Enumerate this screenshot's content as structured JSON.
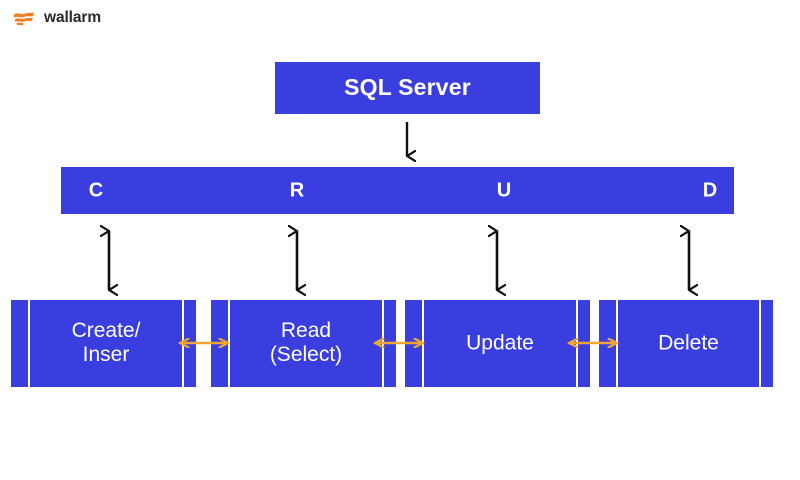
{
  "brand": {
    "name": "wallarm",
    "mark_icon": "wallarm-flag-logo",
    "mark_color": "#F47B20",
    "text_color": "#2A2A2E"
  },
  "theme": {
    "box_blue": "#3B3EDE",
    "background": "#FFFFFF",
    "black_arrow": "#111111",
    "orange_arrow": "#F0A732",
    "label_white": "#FFFFFF"
  },
  "diagram": {
    "title_node": {
      "label": "SQL Server"
    },
    "crud_bar": {
      "letters": [
        {
          "key": "c",
          "label": "C"
        },
        {
          "key": "r",
          "label": "R"
        },
        {
          "key": "u",
          "label": "U"
        },
        {
          "key": "d",
          "label": "D"
        }
      ]
    },
    "operations": [
      {
        "key": "create",
        "label": "Create/\nInser"
      },
      {
        "key": "read",
        "label": "Read\n(Select)"
      },
      {
        "key": "update",
        "label": "Update"
      },
      {
        "key": "delete",
        "label": "Delete"
      }
    ],
    "connectors": {
      "server_to_bar": {
        "icon": "arrow-down-icon",
        "direction": "down",
        "color": "#111111"
      },
      "bar_to_operation": {
        "icon": "arrow-up-down-icon",
        "direction": "vertical-bidirectional",
        "color": "#111111",
        "count": 4
      },
      "operation_to_operation": {
        "icon": "arrow-left-right-icon",
        "direction": "horizontal-bidirectional",
        "color": "#F0A732",
        "count": 3
      }
    }
  }
}
